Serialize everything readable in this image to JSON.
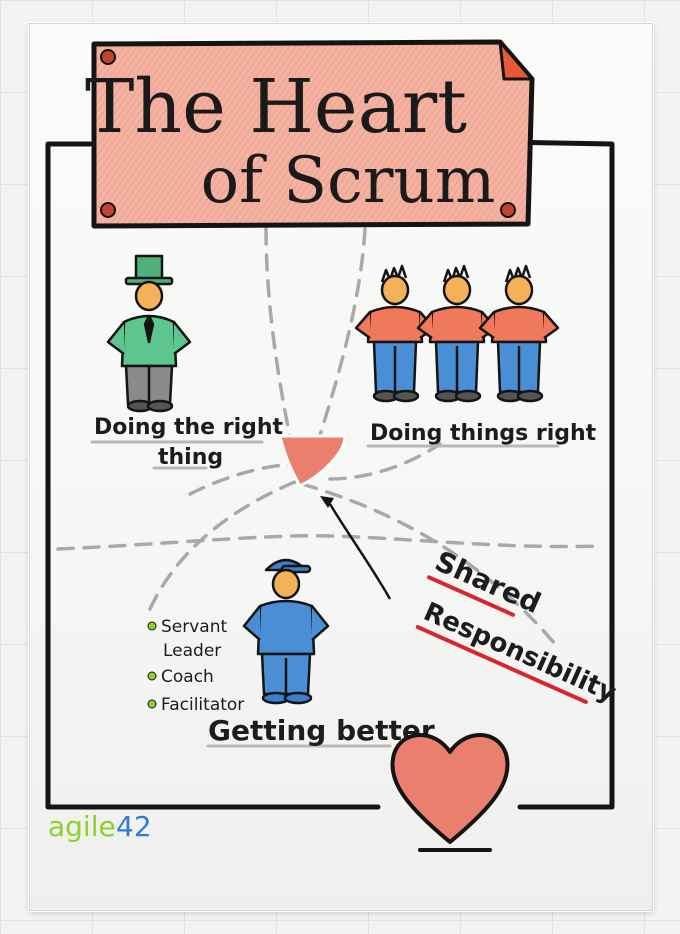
{
  "title": {
    "line1": "The Heart",
    "line2": "of Scrum"
  },
  "sections": {
    "product_owner": {
      "label_line1": "Doing the right",
      "label_line2": "thing"
    },
    "team": {
      "label": "Doing things right"
    },
    "scrum_master": {
      "bullets": [
        "Servant",
        "Leader",
        "Coach",
        "Facilitator"
      ],
      "label": "Getting better"
    }
  },
  "shared": {
    "line1": "Shared",
    "line2": "Responsibility"
  },
  "logo": {
    "word": "agile",
    "number": "42"
  },
  "colors": {
    "title_fill": "#f2a48f",
    "heart_fill": "#ea7f6e",
    "po_suit": "#5cc68e",
    "team_shirt": "#f0795c",
    "team_pants": "#4a8ed6",
    "sm_suit": "#4a8ed6",
    "underline_red": "#d8262b",
    "logo_green": "#8fd12d",
    "logo_blue": "#2f7bd9"
  }
}
